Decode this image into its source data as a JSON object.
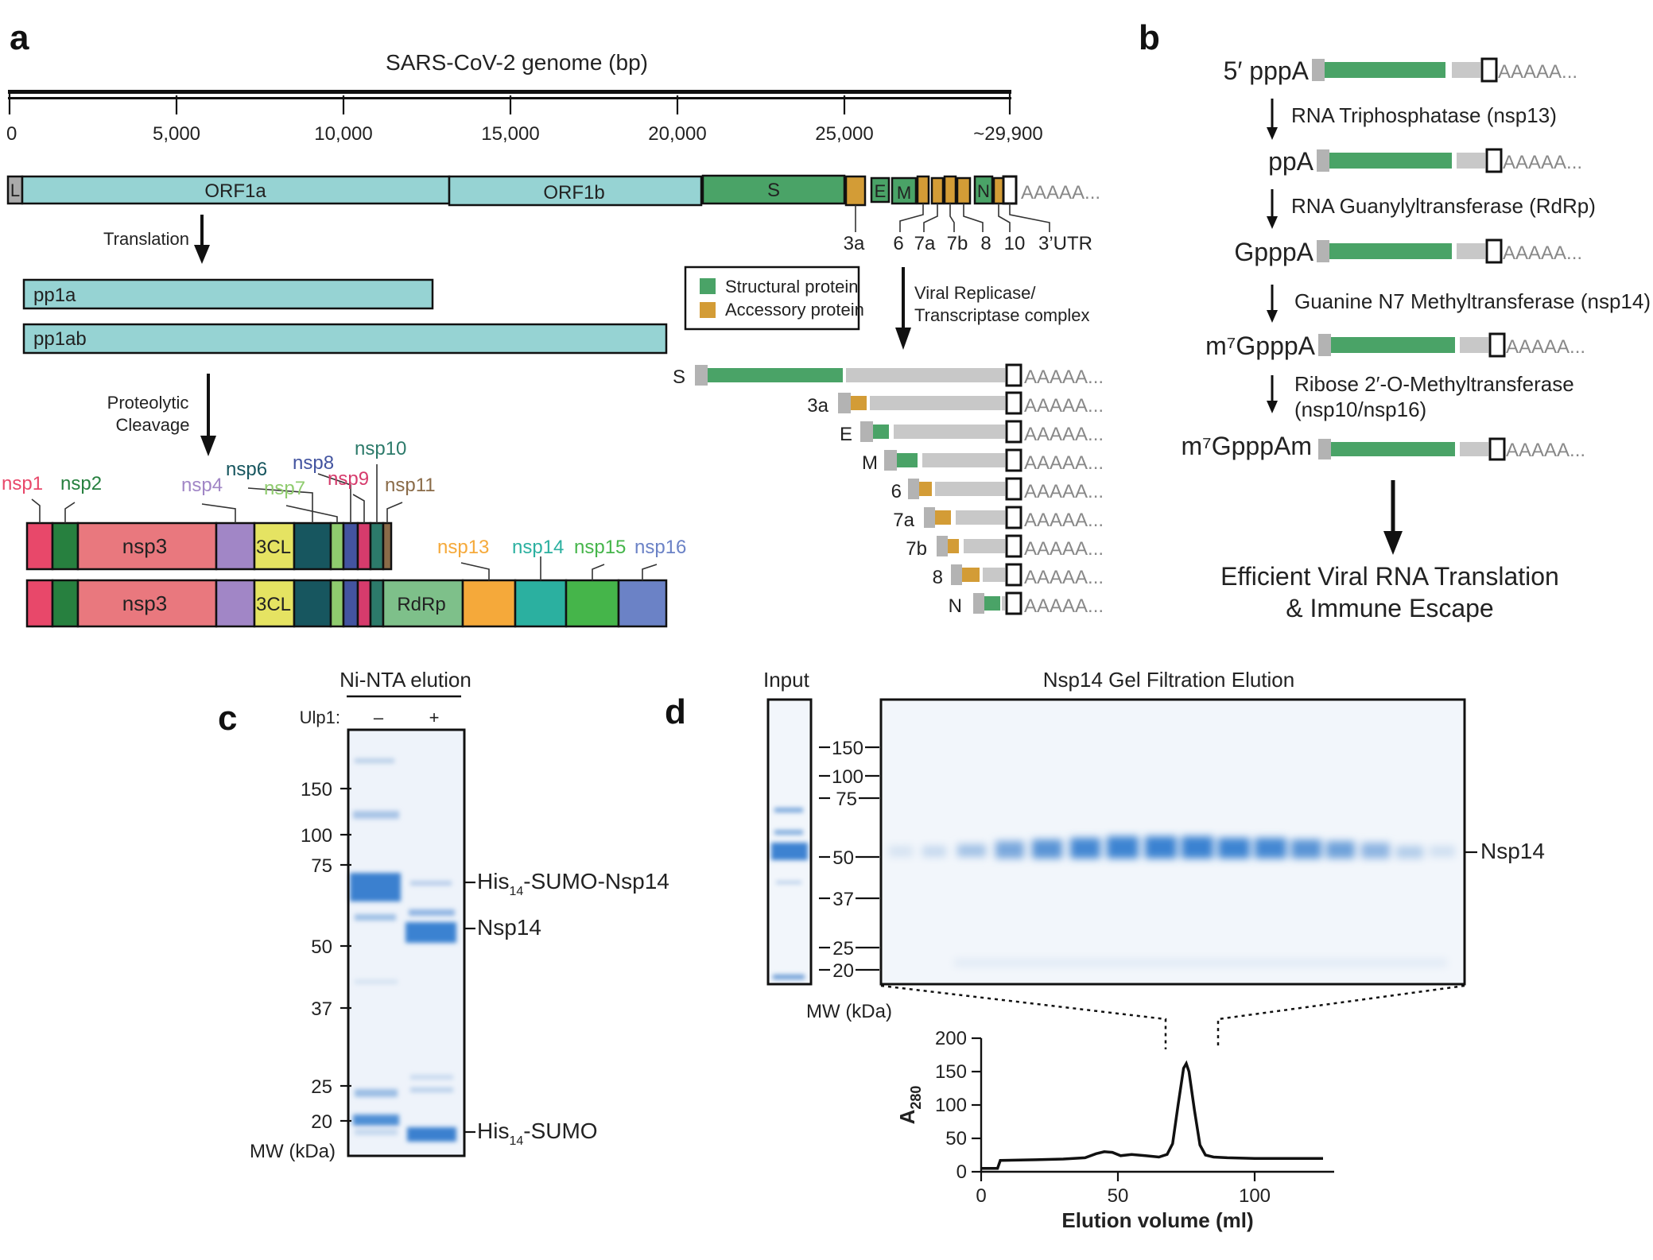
{
  "panels": {
    "a": "a",
    "b": "b",
    "c": "c",
    "d": "d"
  },
  "genome": {
    "title": "SARS-CoV-2 genome (bp)",
    "scale_ticks": [
      "0",
      "5,000",
      "10,000",
      "15,000",
      "20,000",
      "25,000",
      "~29,900"
    ],
    "orfs": {
      "L": "L",
      "ORF1a": "ORF1a",
      "ORF1b": "ORF1b",
      "S": "S",
      "E": "E",
      "M": "M",
      "N": "N"
    },
    "tail": "AAAAA...",
    "lower_labels": [
      "3a",
      "6",
      "7a",
      "7b",
      "8",
      "10",
      "3’UTR"
    ],
    "translation": "Translation",
    "pp1a": "pp1a",
    "pp1ab": "pp1ab",
    "proteolytic": [
      "Proteolytic",
      "Cleavage"
    ],
    "legend": {
      "structural": "Structural protein",
      "accessory": "Accessory protein"
    },
    "replicase": [
      "Viral Replicase/",
      "Transcriptase complex"
    ],
    "sgrna_labels": [
      "S",
      "3a",
      "E",
      "M",
      "6",
      "7a",
      "7b",
      "8",
      "N"
    ]
  },
  "nsp": {
    "labels": [
      "nsp1",
      "nsp2",
      "nsp4",
      "nsp6",
      "nsp7",
      "nsp8",
      "nsp9",
      "nsp10",
      "nsp11",
      "nsp13",
      "nsp14",
      "nsp15",
      "nsp16"
    ],
    "nsp3": "nsp3",
    "cl3": "3CL",
    "rdrp": "RdRp",
    "colors": {
      "nsp1": "#e8486a",
      "nsp2": "#27803f",
      "nsp3": "#e9787e",
      "nsp4": "#a186c6",
      "nsp5": "#e5e362",
      "nsp6": "#17565f",
      "nsp7": "#8fcb6e",
      "nsp8": "#4354a0",
      "nsp9": "#d63b6c",
      "nsp10": "#2c7a6a",
      "nsp11": "#8a6b48",
      "nsp12": "#7ec08a",
      "nsp13": "#f5a93a",
      "nsp14": "#2bb0a0",
      "nsp15": "#45b54a",
      "nsp16": "#6b82c6"
    }
  },
  "capping": {
    "species": [
      "5′ pppA",
      "ppA",
      "GpppA",
      "m⁷GpppA",
      "m⁷GpppAm"
    ],
    "enzymes": [
      "RNA Triphosphatase (nsp13)",
      "RNA Guanylyltransferase (RdRp)",
      "Guanine N7 Methyltransferase (nsp14)",
      "Ribose 2′-O-Methyltransferase",
      "(nsp10/nsp16)"
    ],
    "outcome": [
      "Efficient Viral RNA Translation",
      "& Immune Escape"
    ]
  },
  "gel_c": {
    "title": "Ni-NTA elution",
    "ulp1": "Ulp1:",
    "lanes": [
      "–",
      "+"
    ],
    "markers": [
      "150",
      "100",
      "75",
      "50",
      "37",
      "25",
      "20"
    ],
    "mw": "MW (kDa)",
    "band_his_main": "His",
    "band_his_sub": "14",
    "band_his_rest": "-SUMO-Nsp14",
    "band_nsp14": "Nsp14",
    "band_sumo_rest": "-SUMO"
  },
  "gel_d": {
    "input": "Input",
    "title": "Nsp14 Gel Filtration Elution",
    "markers": [
      "150",
      "100",
      "75",
      "50",
      "37",
      "25",
      "20"
    ],
    "mw": "MW (kDa)",
    "band": "Nsp14"
  },
  "chart_data": {
    "type": "line",
    "xlabel": "Elution volume (ml)",
    "ylabel": "A280",
    "ylabel_main": "A",
    "ylabel_sub": "280",
    "xlim": [
      0,
      130
    ],
    "ylim": [
      0,
      200
    ],
    "x_ticks": [
      0,
      50,
      100
    ],
    "y_ticks": [
      0,
      50,
      100,
      150,
      200
    ],
    "series": [
      {
        "x": [
          0,
          6,
          7,
          20,
          30,
          38,
          42,
          45,
          48,
          51,
          55,
          60,
          65,
          68,
          70,
          72,
          74,
          75,
          76,
          78,
          80,
          82,
          85,
          90,
          100,
          110,
          125
        ],
        "values": [
          5,
          5,
          17,
          18,
          19,
          21,
          27,
          30,
          29,
          24,
          26,
          24,
          22,
          26,
          42,
          100,
          155,
          162,
          150,
          92,
          40,
          25,
          22,
          21,
          20,
          20,
          20
        ]
      }
    ],
    "grid": false
  }
}
